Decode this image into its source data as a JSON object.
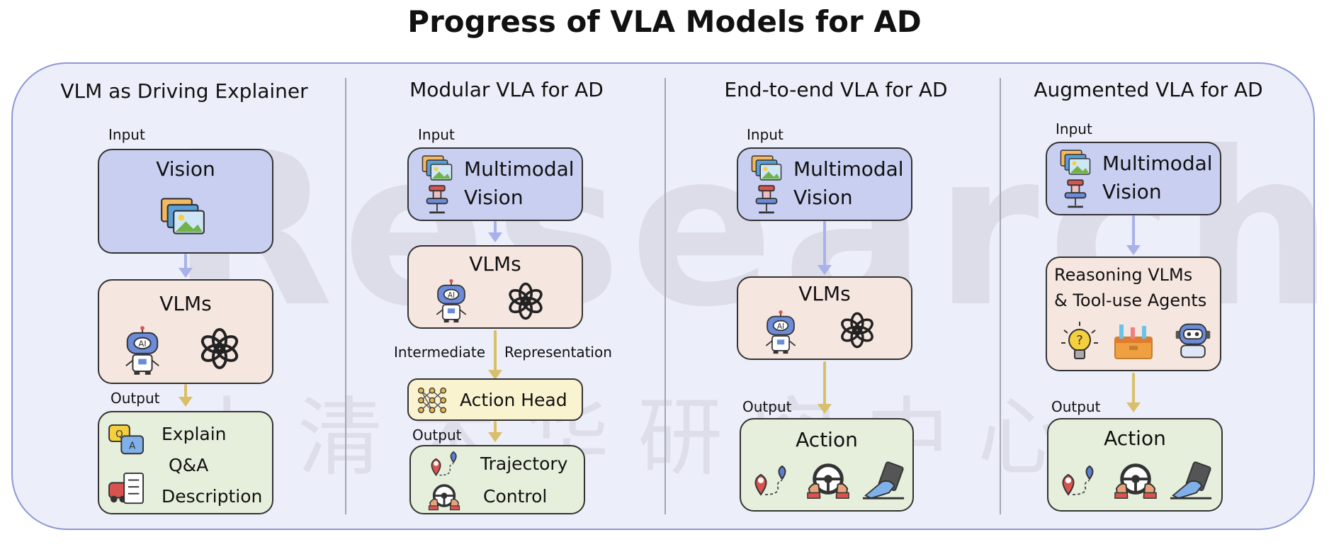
{
  "title": "Progress of VLA Models for AD",
  "watermark": {
    "latin": "ResearchInChina",
    "chinese": "水清木华研究中心"
  },
  "panels": [
    {
      "title": "VLM as Driving Explainer",
      "input_label": "Input",
      "input_box": "Vision",
      "model_box": "VLMs",
      "output_label": "Output",
      "output_items": [
        "Explain",
        "Q&A",
        "Description"
      ]
    },
    {
      "title": "Modular VLA for AD",
      "input_label": "Input",
      "input_items": [
        "Multimodal",
        "Vision"
      ],
      "model_box": "VLMs",
      "representation": [
        "Intermediate",
        "Representation"
      ],
      "head_box": "Action Head",
      "output_label": "Output",
      "output_items": [
        "Trajectory",
        "Control"
      ]
    },
    {
      "title": "End-to-end VLA for AD",
      "input_label": "Input",
      "input_items": [
        "Multimodal",
        "Vision"
      ],
      "model_box": "VLMs",
      "output_label": "Output",
      "output_box": "Action"
    },
    {
      "title": "Augmented VLA for AD",
      "input_label": "Input",
      "input_items": [
        "Multimodal",
        "Vision"
      ],
      "model_lines": [
        "Reasoning VLMs",
        "& Tool-use Agents"
      ],
      "output_label": "Output",
      "output_box": "Action"
    }
  ],
  "colors": {
    "frame": "#8d97d6",
    "vision": "#c9cff1",
    "vlms": "#f6e6e0",
    "output": "#e6efdc",
    "head": "#faf3cf",
    "arrow_blue": "#a9b1ea",
    "arrow_gold": "#d9bf6a"
  },
  "icons": [
    "picture-icon",
    "robot-icon",
    "openai-icon",
    "chat-qa-icon",
    "checklist-car-icon",
    "lidar-sensor-icon",
    "neural-net-icon",
    "map-pin-icon",
    "steering-wheel-icon",
    "pedal-icon",
    "lightbulb-icon",
    "toolbox-icon",
    "agent-robot-icon"
  ]
}
